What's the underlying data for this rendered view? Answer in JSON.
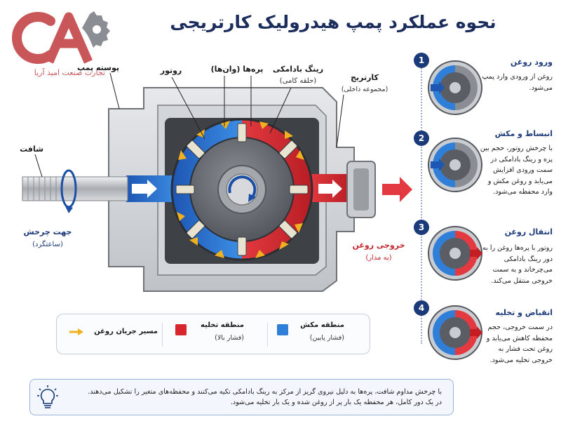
{
  "title": "نحوه عملکرد پمپ هیدرولیک کارتریجی",
  "company": "تجارت صنعت امید آریا",
  "labels": {
    "pump_body": "پوسته پمپ",
    "rotor": "روتور",
    "vanes": "پره‌ها (وان‌ها)",
    "cam_ring": "رینگ بادامکی",
    "cam_ring_sub": "(حلقه کامی)",
    "cartridge": "کارتریج",
    "cartridge_sub": "(مجموعه داخلی)",
    "shaft": "شافت",
    "rotation": "جهت چرخش",
    "rotation_sub": "(ساعتگرد)",
    "outlet": "خروجی روغن",
    "outlet_sub": "(به مدار)"
  },
  "legend": {
    "suction": "منطقه مکش",
    "suction_sub": "(فشار پایین)",
    "discharge": "منطقه تخلیه",
    "discharge_sub": "(فشار بالا)",
    "flow": "مسیر جریان روغن"
  },
  "colors": {
    "suction": "#2f7fd8",
    "discharge": "#d7262e",
    "flow": "#f0b020",
    "navy": "#1b3a7a",
    "logo": "#c9575a"
  },
  "steps": [
    {
      "num": "1",
      "title": "ورود روغن",
      "text": "روغن از ورودی وارد پمپ می‌شود."
    },
    {
      "num": "2",
      "title": "انبساط و مکش",
      "text": "با چرخش روتور، حجم بین پره و رینگ بادامکی در سمت ورودی افزایش می‌یابد و روغن مکش و وارد محفظه می‌شود."
    },
    {
      "num": "3",
      "title": "انتقال روغن",
      "text": "روتور با پره‌ها روغن را به دور رینگ بادامکی می‌چرخاند و به سمت خروجی منتقل می‌کند."
    },
    {
      "num": "4",
      "title": "انقباض و تخلیه",
      "text": "در سمت خروجی، حجم محفظه کاهش می‌یابد و روغن تحت فشار به خروجی تخلیه می‌شود."
    }
  ],
  "note": {
    "line1": "با چرخش مداوم شافت، پره‌ها به دلیل نیروی گریز از مرکز به رینگ بادامکی تکیه می‌کنند و محفظه‌های متغیر را تشکیل می‌دهند.",
    "line2": "در یک دور کامل، هر محفظه یک بار پر از روغن شده و یک بار تخلیه می‌شود."
  }
}
